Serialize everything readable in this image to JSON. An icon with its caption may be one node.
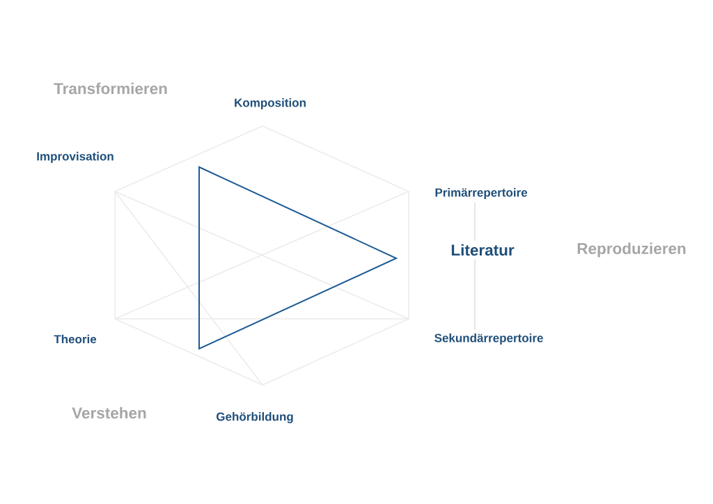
{
  "diagram": {
    "nodes": [
      {
        "text": [
          "Primärrepertoire"
        ]
      },
      {
        "text": [
          "Literatur"
        ]
      },
      {
        "text": [
          "Sekundärrepertoire"
        ]
      }
    ],
    "edges": [
      {
        "from": 0,
        "to": 1,
        "arrow": "none"
      },
      {
        "from": 1,
        "to": 2,
        "arrow": "none"
      }
    ],
    "labels": [
      "Transformieren",
      "Komposition",
      "Improvisation",
      "Reproduzieren",
      "Theorie",
      "Verstehen",
      "Gehörbildung"
    ]
  }
}
